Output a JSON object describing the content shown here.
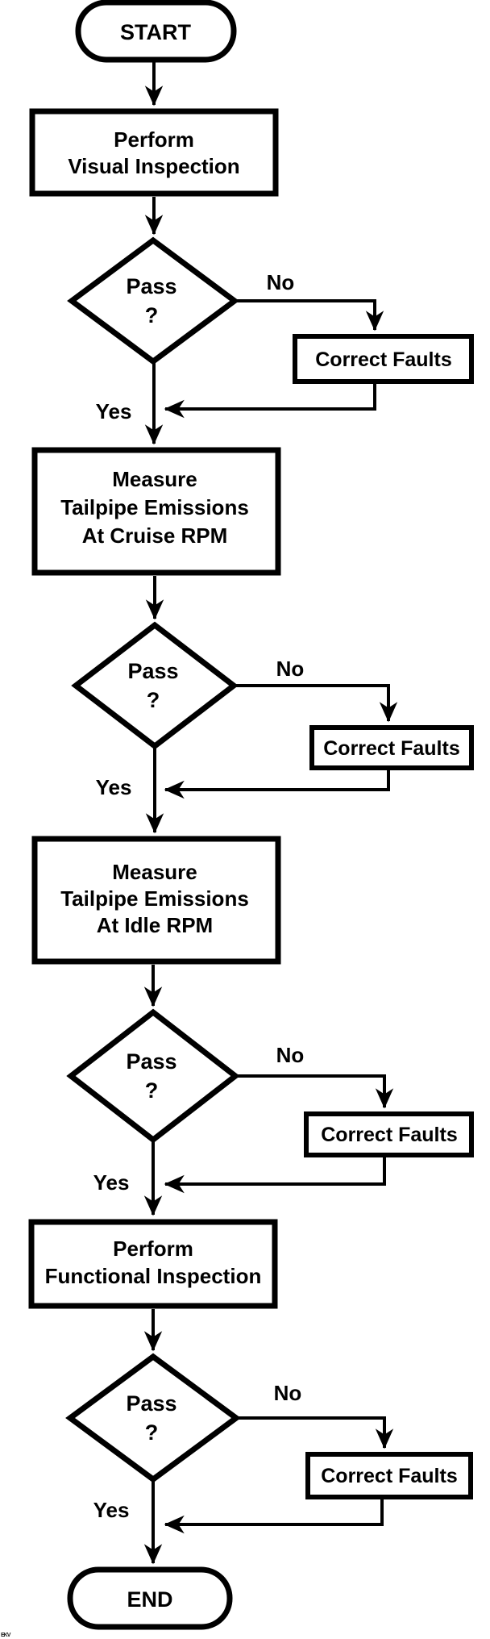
{
  "flowchart": {
    "start_label": "START",
    "end_label": "END",
    "stages": [
      {
        "process": [
          "Perform",
          "Visual Inspection"
        ],
        "decision": [
          "Pass",
          "?"
        ],
        "no_label": "No",
        "yes_label": "Yes",
        "fix_box": "Correct Faults"
      },
      {
        "process": [
          "Measure",
          "Tailpipe Emissions",
          "At Cruise RPM"
        ],
        "decision": [
          "Pass",
          "?"
        ],
        "no_label": "No",
        "yes_label": "Yes",
        "fix_box": "Correct Faults"
      },
      {
        "process": [
          "Measure",
          "Tailpipe Emissions",
          "At Idle RPM"
        ],
        "decision": [
          "Pass",
          "?"
        ],
        "no_label": "No",
        "yes_label": "Yes",
        "fix_box": "Correct Faults"
      },
      {
        "process": [
          "Perform",
          "Functional Inspection"
        ],
        "decision": [
          "Pass",
          "?"
        ],
        "no_label": "No",
        "yes_label": "Yes",
        "fix_box": "Correct Faults"
      }
    ],
    "watermark": "EKV",
    "colors": {
      "stroke": "#000000",
      "background": "#ffffff"
    }
  }
}
